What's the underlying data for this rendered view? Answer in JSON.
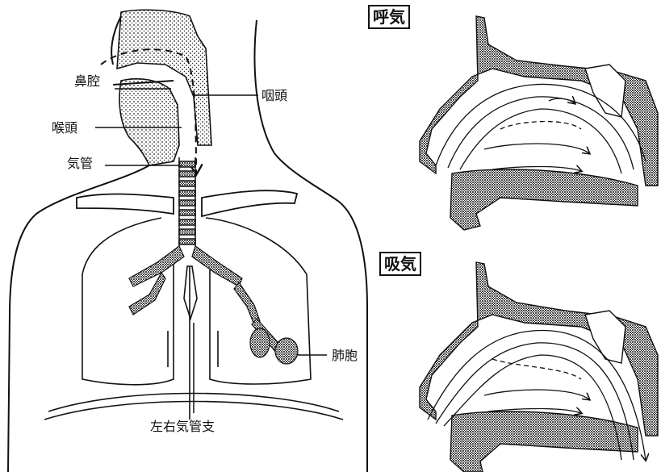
{
  "labels": {
    "nasal_cavity": "鼻腔",
    "pharynx": "咽頭",
    "larynx": "喉頭",
    "trachea": "気管",
    "alveoli": "肺胞",
    "bronchi": "左右気管支"
  },
  "panels": {
    "exhale": "呼気",
    "inhale": "吸気"
  }
}
